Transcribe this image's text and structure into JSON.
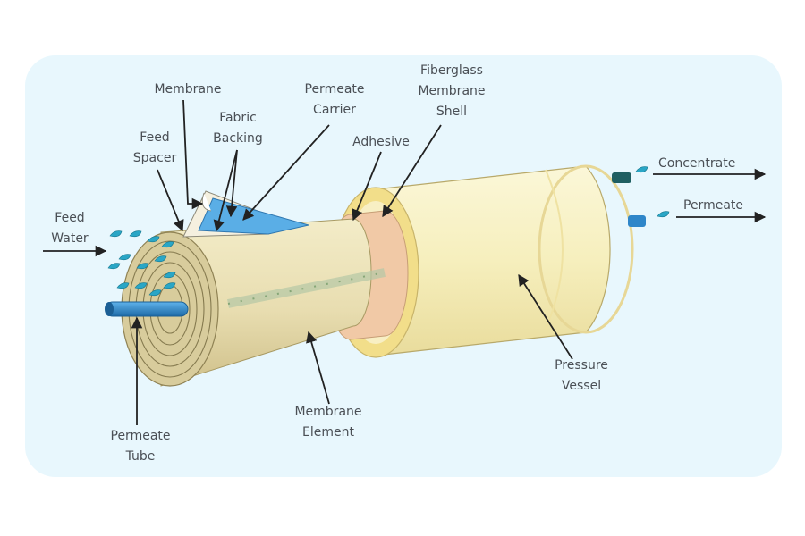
{
  "labels": {
    "membrane": "Membrane",
    "permeate_carrier": [
      "Permeate",
      "Carrier"
    ],
    "fiberglass_shell": [
      "Fiberglass",
      "Membrane",
      "Shell"
    ],
    "fabric_backing": [
      "Fabric",
      "Backing"
    ],
    "feed_spacer": [
      "Feed",
      "Spacer"
    ],
    "adhesive": "Adhesive",
    "concentrate": "Concentrate",
    "permeate": "Permeate",
    "feed_water": [
      "Feed",
      "Water"
    ],
    "pressure_vessel": [
      "Pressure",
      "Vessel"
    ],
    "membrane_element": [
      "Membrane",
      "Element"
    ],
    "permeate_tube": [
      "Permeate",
      "Tube"
    ]
  },
  "colors": {
    "panel_bg": "#e8f7fd",
    "vessel": "#f7f0bf",
    "vessel_ring": "#f2de8a",
    "element": "#ebe0b4",
    "adhesive": "#f1c9a6",
    "permeate_tube": "#2e86c9",
    "water_drop": "#2aa6c6",
    "label_text": "#4a4f55",
    "arrow": "#222222"
  },
  "icons": [
    "water-drop-icon"
  ]
}
